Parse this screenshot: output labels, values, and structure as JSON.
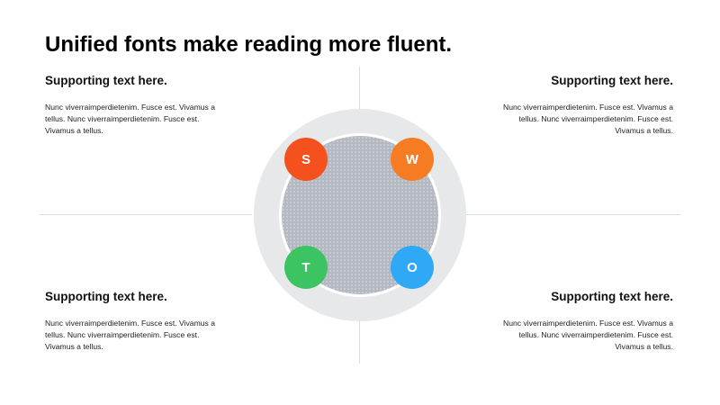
{
  "title": "Unified fonts make reading more fluent.",
  "quadrants": {
    "top_left": {
      "heading": "Supporting text here.",
      "body": "Nunc viverraimperdietenim. Fusce est. Vivamus a tellus. Nunc viverraimperdietenim. Fusce est. Vivamus a tellus."
    },
    "top_right": {
      "heading": "Supporting text here.",
      "body": "Nunc viverraimperdietenim. Fusce est. Vivamus a tellus. Nunc viverraimperdietenim. Fusce est. Vivamus a tellus."
    },
    "bottom_left": {
      "heading": "Supporting text here.",
      "body": "Nunc viverraimperdietenim. Fusce est. Vivamus a tellus. Nunc viverraimperdietenim. Fusce est. Vivamus a tellus."
    },
    "bottom_right": {
      "heading": "Supporting text here.",
      "body": "Nunc viverraimperdietenim. Fusce est. Vivamus a tellus. Nunc viverraimperdietenim. Fusce est. Vivamus a tellus."
    }
  },
  "swot": {
    "s": {
      "letter": "S",
      "color": "#f4511e"
    },
    "w": {
      "letter": "W",
      "color": "#f57c22"
    },
    "t": {
      "letter": "T",
      "color": "#3cc463"
    },
    "o": {
      "letter": "O",
      "color": "#2fa8f5"
    }
  }
}
